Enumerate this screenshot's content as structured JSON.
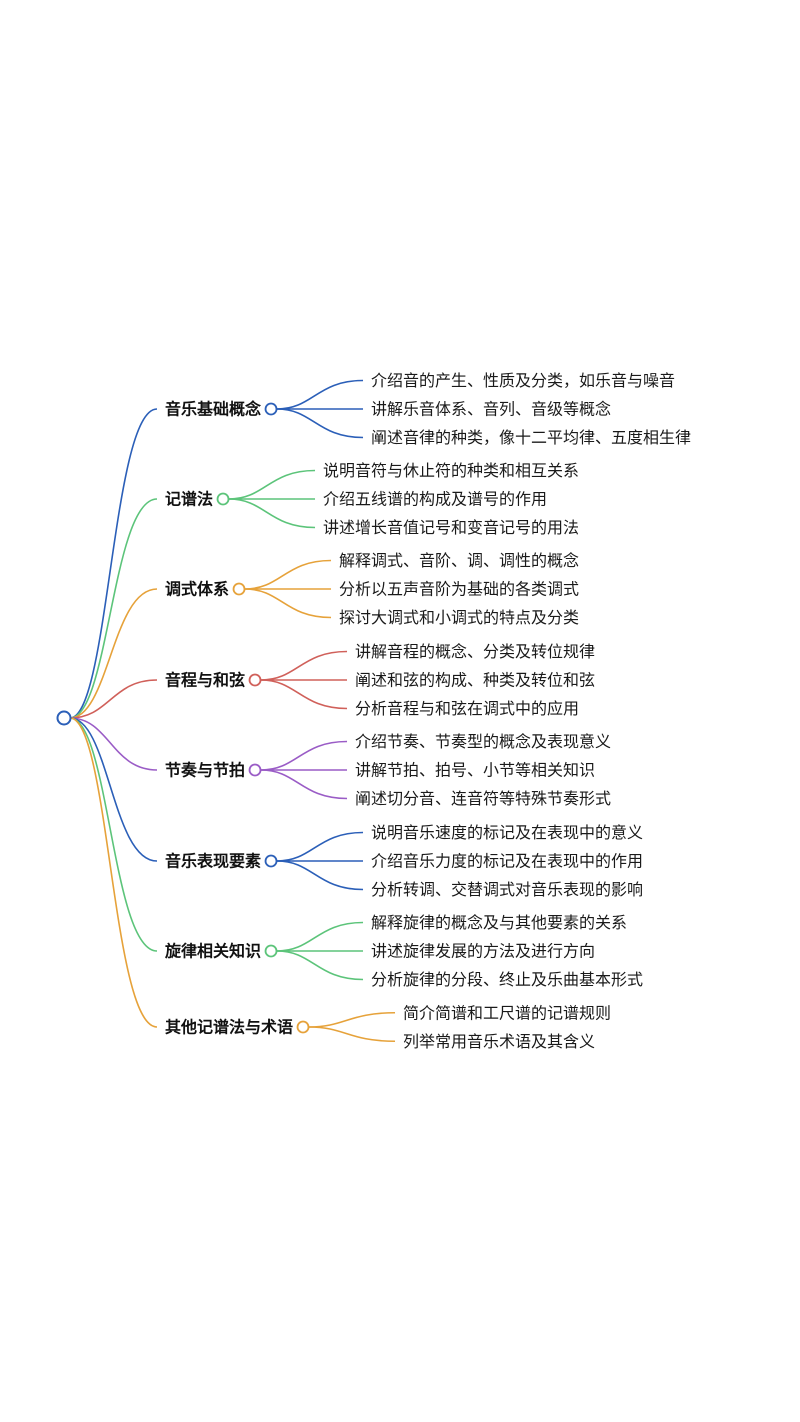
{
  "mindmap": {
    "root": {
      "label": ""
    },
    "branches": [
      {
        "label": "音乐基础概念",
        "color": "#2b5fb8",
        "children": [
          "介绍音的产生、性质及分类，如乐音与噪音",
          "讲解乐音体系、音列、音级等概念",
          "阐述音律的种类，像十二平均律、五度相生律"
        ]
      },
      {
        "label": "记谱法",
        "color": "#5cc47a",
        "children": [
          "说明音符与休止符的种类和相互关系",
          "介绍五线谱的构成及谱号的作用",
          "讲述增长音值记号和变音记号的用法"
        ]
      },
      {
        "label": "调式体系",
        "color": "#e6a23a",
        "children": [
          "解释调式、音阶、调、调性的概念",
          "分析以五声音阶为基础的各类调式",
          "探讨大调式和小调式的特点及分类"
        ]
      },
      {
        "label": "音程与和弦",
        "color": "#d0605a",
        "children": [
          "讲解音程的概念、分类及转位规律",
          "阐述和弦的构成、种类及转位和弦",
          "分析音程与和弦在调式中的应用"
        ]
      },
      {
        "label": "节奏与节拍",
        "color": "#9a5cc6",
        "children": [
          "介绍节奏、节奏型的概念及表现意义",
          "讲解节拍、拍号、小节等相关知识",
          "阐述切分音、连音符等特殊节奏形式"
        ]
      },
      {
        "label": "音乐表现要素",
        "color": "#2b5fb8",
        "children": [
          "说明音乐速度的标记及在表现中的意义",
          "介绍音乐力度的标记及在表现中的作用",
          "分析转调、交替调式对音乐表现的影响"
        ]
      },
      {
        "label": "旋律相关知识",
        "color": "#5cc47a",
        "children": [
          "解释旋律的概念及与其他要素的关系",
          "讲述旋律发展的方法及进行方向",
          "分析旋律的分段、终止及乐曲基本形式"
        ]
      },
      {
        "label": "其他记谱法与术语",
        "color": "#e6a23a",
        "children": [
          "简介简谱和工尺谱的记谱规则",
          "列举常用音乐术语及其含义"
        ]
      }
    ]
  }
}
